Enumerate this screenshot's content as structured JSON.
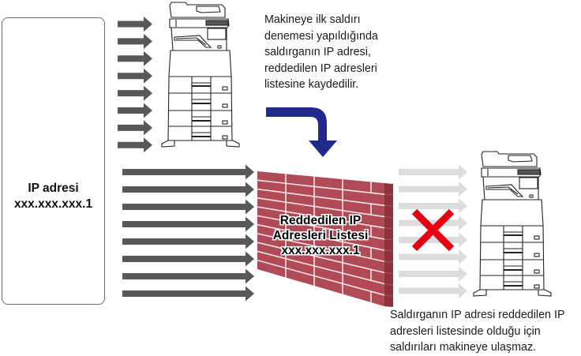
{
  "attacker": {
    "icon": "person-icon",
    "label_line1": "IP adresi",
    "label_line2": "xxx.xxx.xxx.1"
  },
  "captions": {
    "top": {
      "lines": [
        "Makineye ilk saldırı",
        "denemesi yapıldığında",
        "saldırganın IP adresi,",
        "reddedilen IP adresleri",
        "listesine kaydedilir."
      ]
    },
    "bottom": {
      "lines": [
        "Saldırganın IP adresi reddedilen IP",
        "adresleri listesinde olduğu için",
        "saldırıları makineye ulaşmaz."
      ]
    }
  },
  "wall": {
    "icon": "brick-wall-icon",
    "line1": "Reddedilen IP",
    "line2": "Adresleri Listesi",
    "line3": "xxx.xxx.xxx.1"
  },
  "arrows": {
    "first_attempt_count": 8,
    "blocked_attempt_count": 8,
    "incoming_attack_count": 8
  },
  "icons": {
    "top_machine": "printer-icon",
    "right_machine": "printer-icon",
    "register_arrow": "curved-arrow-down-icon",
    "block_mark": "red-x-icon"
  },
  "colors": {
    "attack_arrow": "#58575a",
    "blocked_arrow": "#dcdcdc",
    "register_arrow": "#1f2a8c",
    "wall_front": "#b04a57",
    "wall_side": "#8e3240",
    "wall_mortar": "#f4e4e6",
    "block_x": "#e60012",
    "person": "#6e6e6e",
    "panel_border": "#6a6a6a"
  }
}
